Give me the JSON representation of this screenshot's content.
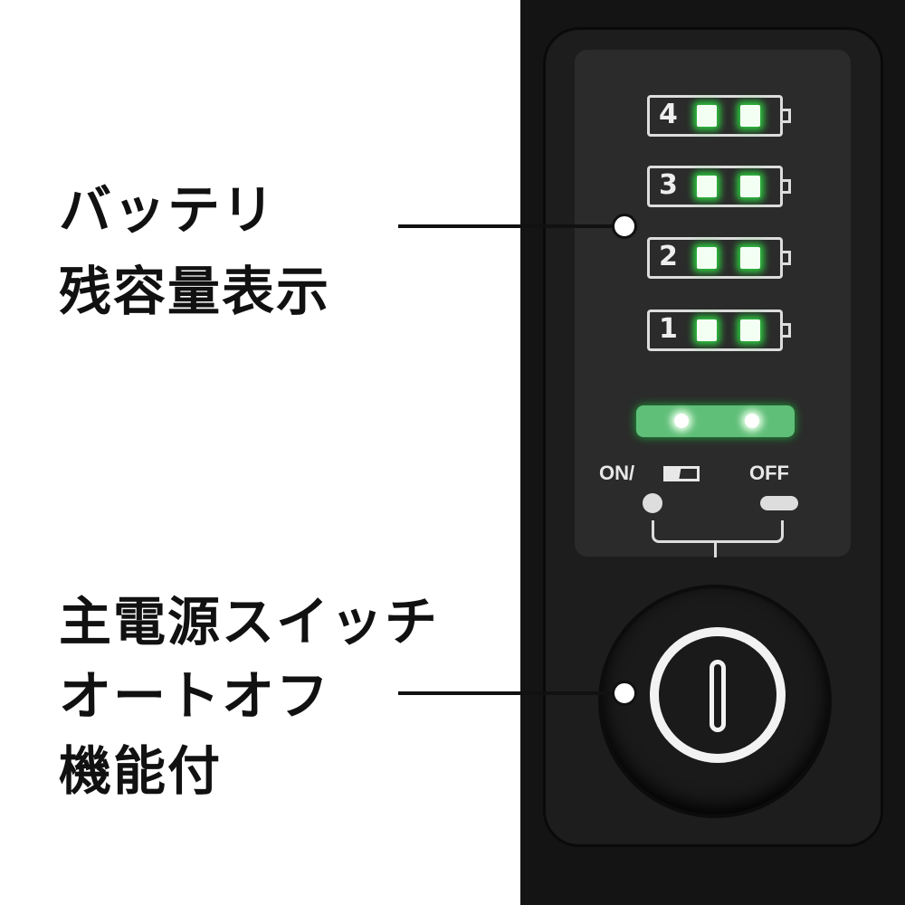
{
  "callouts": {
    "battery_indicator": {
      "line1": "バッテリ",
      "line2": "残容量表示"
    },
    "power_switch": {
      "line1": "主電源スイッチ",
      "line2": "オートオフ",
      "line3": "機能付"
    }
  },
  "panel": {
    "battery_levels": [
      "4",
      "3",
      "2",
      "1"
    ],
    "on_label": "ON/",
    "off_label": "OFF"
  },
  "colors": {
    "led_green": "#2ecc40",
    "body": "#141414",
    "panel": "#2b2b2b"
  }
}
